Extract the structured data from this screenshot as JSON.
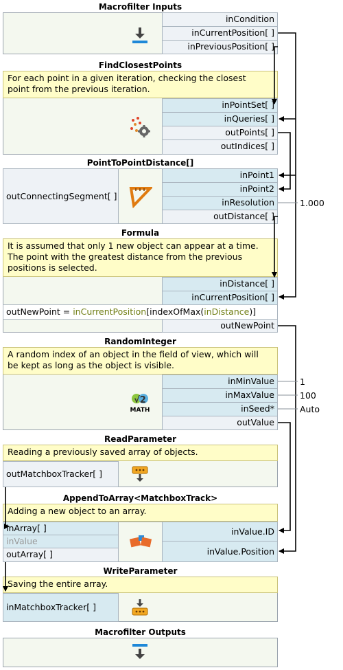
{
  "macrofilter_inputs": {
    "title": "Macrofilter Inputs",
    "ports": [
      "inCondition",
      "inCurrentPosition[ ]",
      "inPreviousPosition[ ]"
    ],
    "icon": "download-arrow-icon"
  },
  "find_closest_points": {
    "title": "FindClosestPoints",
    "comment": "For each point in a given iteration, checking the closest\n point from the previous iteration.",
    "inputs": [
      "inPointSet[ ]",
      "inQueries[ ]"
    ],
    "outputs": [
      "outPoints[ ]",
      "outIndices[ ]"
    ],
    "icon": "points-gear-icon"
  },
  "point_to_point_distance": {
    "title": "PointToPointDistance[]",
    "left_output": "outConnectingSegment[ ]",
    "inputs": [
      "inPoint1",
      "inPoint2",
      "inResolution"
    ],
    "outputs": [
      "outDistance[ ]"
    ],
    "resolution_value": "1.000",
    "icon": "ruler-triangle-icon"
  },
  "formula": {
    "title": "Formula",
    "comment": "It is assumed that only 1 new object can appear at a time.\nThe point with the greatest distance from the previous\n positions is selected.",
    "inputs": [
      "inDistance[ ]",
      "inCurrentPosition[ ]"
    ],
    "expr_prefix": "outNewPoint = ",
    "expr_var1": "inCurrentPosition",
    "expr_mid": "[indexOfMax(",
    "expr_var2": "inDistance",
    "expr_suffix": ")]",
    "outputs": [
      "outNewPoint"
    ]
  },
  "random_integer": {
    "title": "RandomInteger",
    "comment": "A random index of an object in the field of view, which will\n be kept as long as the object is visible.",
    "inputs": [
      "inMinValue",
      "inMaxValue",
      "inSeed*"
    ],
    "outputs": [
      "outValue"
    ],
    "values": [
      "1",
      "100",
      "Auto"
    ],
    "icon_label": "MATH",
    "icon": "math-icon"
  },
  "read_parameter": {
    "title": "ReadParameter",
    "comment": "Reading a previously saved array of objects.",
    "left_output": "outMatchboxTracker[ ]",
    "icon": "read-parameter-icon"
  },
  "append_to_array": {
    "title": "AppendToArray<MatchboxTrack>",
    "comment": "Adding a new object to an array.",
    "left_ports": [
      "inArray[ ]",
      "inValue",
      "outArray[ ]"
    ],
    "right_ports": [
      "inValue.ID",
      "inValue.Position"
    ],
    "icon": "append-array-icon"
  },
  "write_parameter": {
    "title": "WriteParameter",
    "comment": "Saving the entire array.",
    "left_input": "inMatchboxTracker[ ]",
    "icon": "write-parameter-icon"
  },
  "macrofilter_outputs": {
    "title": "Macrofilter Outputs",
    "icon": "upload-arrow-icon"
  }
}
